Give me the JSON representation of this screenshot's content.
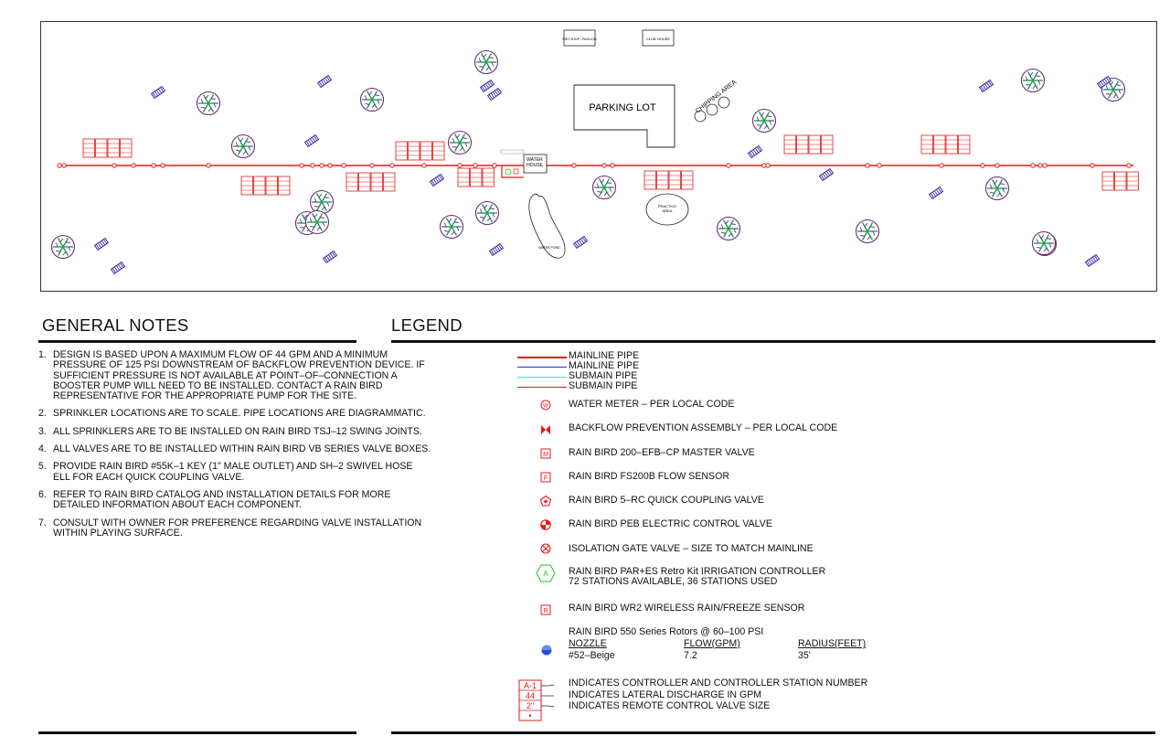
{
  "plan": {
    "parking_lot": "PARKING LOT",
    "chipping_area": "CHIPPING AREA",
    "water_house_line1": "WATER",
    "water_house_line2": "HOUSE",
    "practice_area_line1": "PRACTICE",
    "practice_area_line2": "AREA",
    "water_pond": "WATER POND",
    "pro_shop": "PRO SHOP / PAVILION",
    "club_house": "CLUB HOUSE"
  },
  "general_notes": {
    "title": "GENERAL NOTES",
    "items": [
      {
        "num": "1.",
        "text": "DESIGN IS BASED UPON A MAXIMUM FLOW OF 44 GPM AND A MINIMUM PRESSURE OF 125 PSI DOWNSTREAM OF BACKFLOW PREVENTION DEVICE. IF SUFFICIENT PRESSURE IS NOT AVAILABLE AT POINT–OF–CONNECTION A BOOSTER PUMP WILL NEED TO BE INSTALLED. CONTACT A RAIN BIRD REPRESENTATIVE FOR THE APPROPRIATE PUMP FOR THE SITE."
      },
      {
        "num": "2.",
        "text": "SPRINKLER LOCATIONS ARE TO SCALE. PIPE LOCATIONS ARE DIAGRAMMATIC."
      },
      {
        "num": "3.",
        "text": "ALL SPRINKLERS ARE TO BE INSTALLED ON RAIN BIRD TSJ–12 SWING JOINTS."
      },
      {
        "num": "4.",
        "text": "ALL VALVES ARE TO BE INSTALLED WITHIN RAIN BIRD VB SERIES VALVE BOXES."
      },
      {
        "num": "5.",
        "text": "PROVIDE RAIN BIRD #55K–1 KEY (1\" MALE OUTLET) AND SH–2 SWIVEL HOSE ELL FOR EACH QUICK COUPLING VALVE."
      },
      {
        "num": "6.",
        "text": "REFER TO RAIN BIRD CATALOG AND INSTALLATION DETAILS FOR MORE DETAILED INFORMATION ABOUT EACH COMPONENT."
      },
      {
        "num": "7.",
        "text": "CONSULT WITH OWNER FOR PREFERENCE REGARDING VALVE INSTALLATION WITHIN PLAYING SURFACE."
      }
    ]
  },
  "legend": {
    "title": "LEGEND",
    "pipes": [
      "MAINLINE PIPE",
      "MAINLINE PIPE",
      "SUBMAIN PIPE",
      "SUBMAIN PIPE"
    ],
    "items": [
      "WATER METER – PER LOCAL CODE",
      "BACKFLOW PREVENTION ASSEMBLY – PER LOCAL CODE",
      "RAIN BIRD 200–EFB–CP MASTER VALVE",
      "RAIN BIRD FS200B FLOW SENSOR",
      "RAIN BIRD 5–RC QUICK COUPLING VALVE",
      "RAIN BIRD PEB ELECTRIC CONTROL VALVE",
      "ISOLATION GATE VALVE – SIZE TO MATCH MAINLINE"
    ],
    "controller_line1": "RAIN BIRD PAR+ES Retro Kit IRRIGATION CONTROLLER",
    "controller_line2": "72 STATIONS AVAILABLE, 36 STATIONS USED",
    "controller_symbol": "A",
    "meter_symbol": "W",
    "master_symbol": "M",
    "flow_symbol": "F",
    "sensor_symbol": "R",
    "wr2": "RAIN BIRD WR2 WIRELESS RAIN/FREEZE SENSOR",
    "rotor_title": "RAIN BIRD 550 Series Rotors @ 60–100 PSI",
    "nozzle_header": [
      "NOZZLE",
      "FLOW(GPM)",
      "RADIUS(FEET)"
    ],
    "nozzle_row": [
      "#52–Beige",
      "7.2",
      "35'"
    ],
    "tag_values": [
      "A-1",
      "44",
      "2\"",
      "•"
    ],
    "tag_lines": [
      "INDICATES CONTROLLER AND CONTROLLER STATION NUMBER",
      "INDICATES LATERAL DISCHARGE IN GPM",
      "INDICATES REMOTE CONTROL VALVE SIZE"
    ]
  },
  "colors": {
    "mainline": "#e31b1b",
    "lateral": "#2b2bd0",
    "submain": "#40e0e0",
    "rotor_green": "#2a9a5a",
    "rotor_purple": "#6a2a7a",
    "controller_green": "#19c419"
  }
}
